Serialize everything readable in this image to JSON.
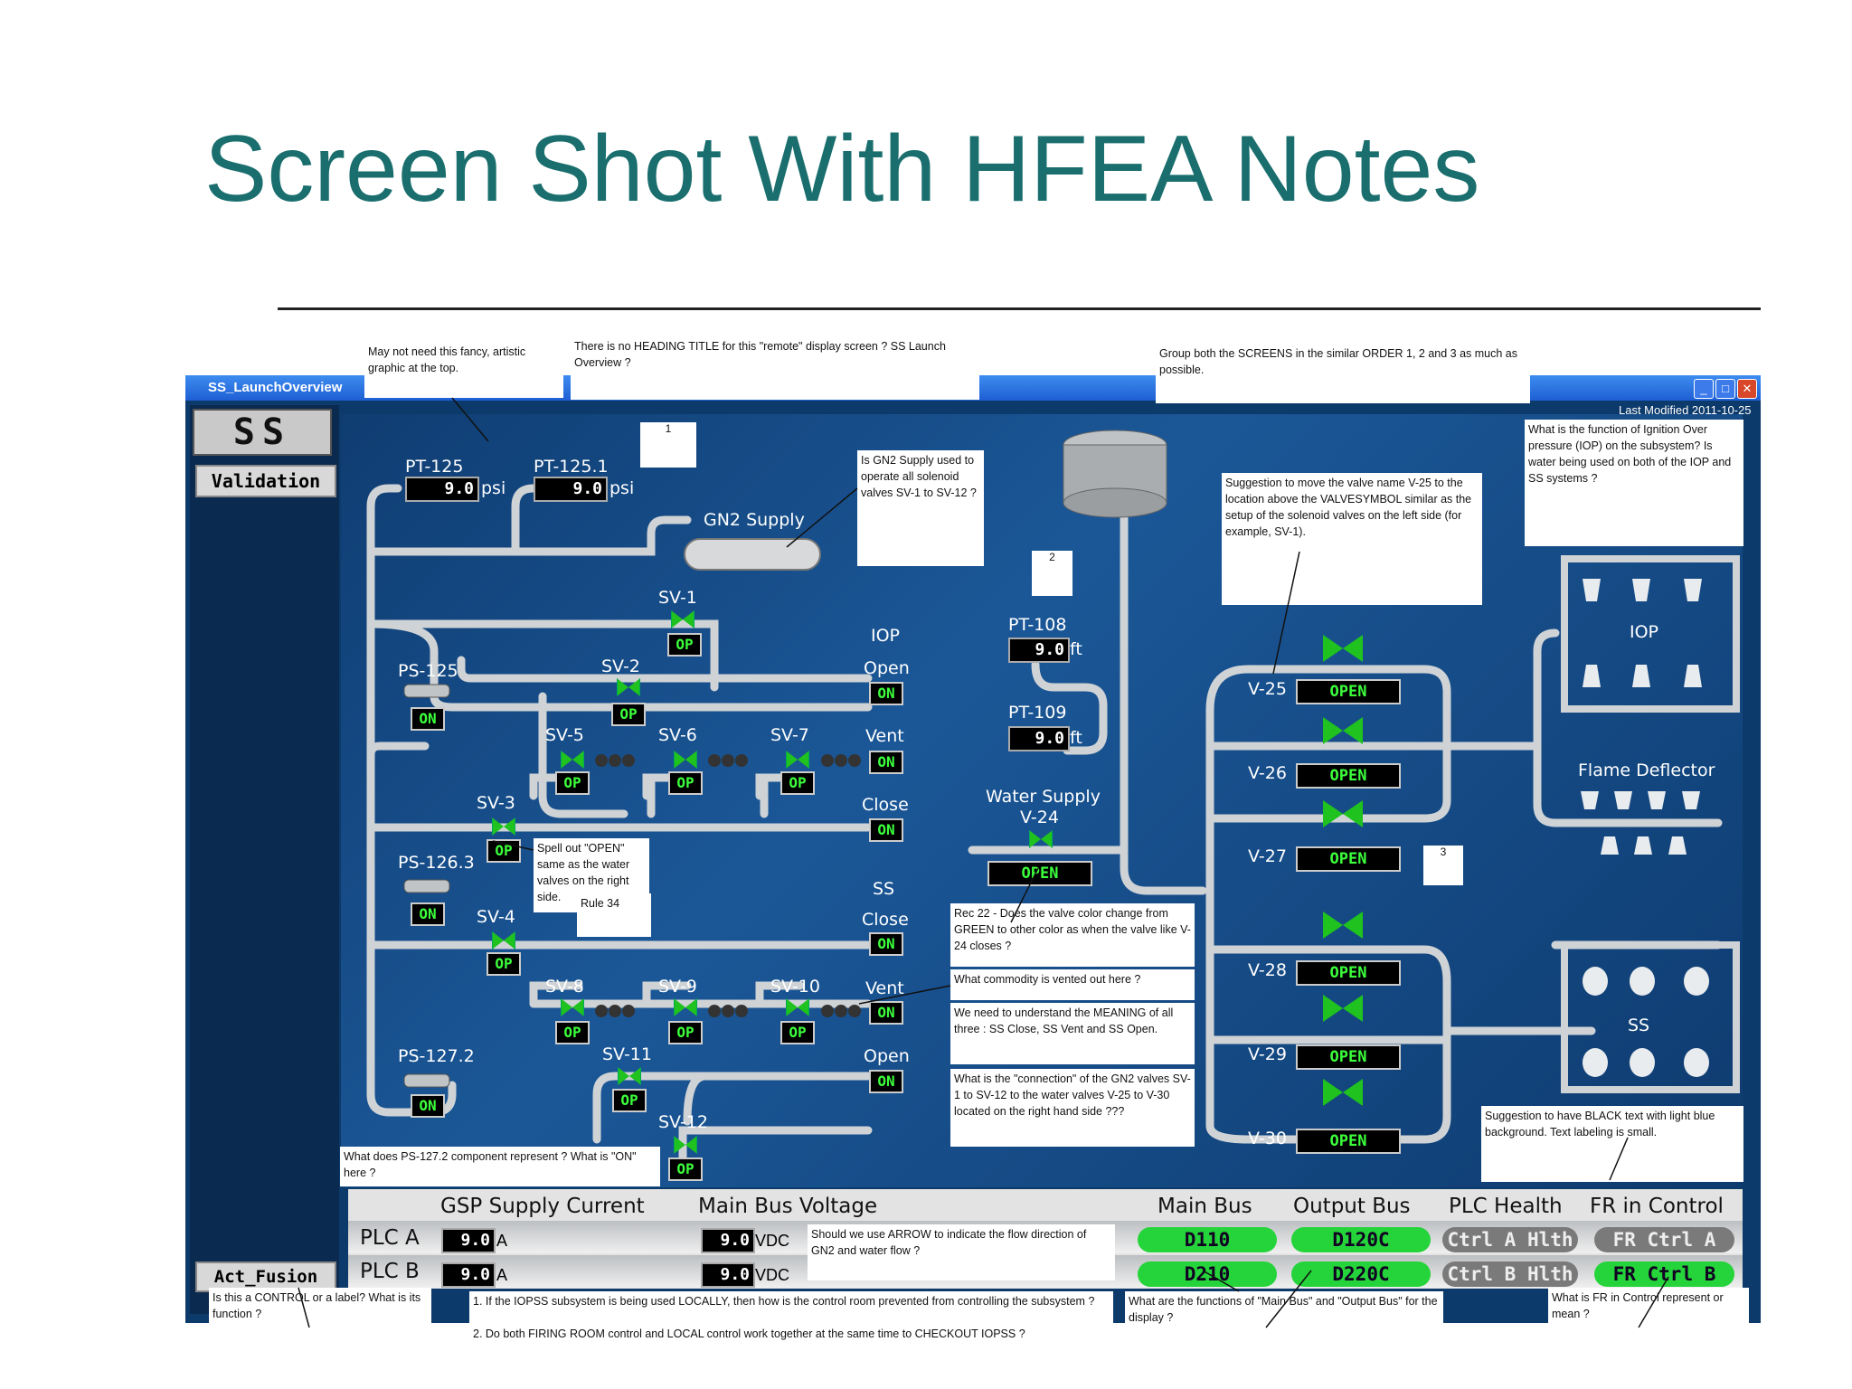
{
  "slide": {
    "title": "Screen Shot With HFEA Notes"
  },
  "window": {
    "title": "SS_LaunchOverview",
    "last_modified": "Last Modified 2011-10-25",
    "logo": "SS",
    "validation_label": "Validation",
    "act_fusion_label": "Act_Fusion"
  },
  "left": {
    "pt125": {
      "label": "PT-125",
      "value": "9.0",
      "unit": "psi"
    },
    "pt1251": {
      "label": "PT-125.1",
      "value": "9.0",
      "unit": "psi"
    },
    "gn2_supply": "GN2 Supply",
    "ps125": {
      "label": "PS-125",
      "state": "ON"
    },
    "ps1263": {
      "label": "PS-126.3",
      "state": "ON"
    },
    "ps1272": {
      "label": "PS-127.2",
      "state": "ON"
    },
    "valves": [
      {
        "label": "SV-1",
        "state": "OP"
      },
      {
        "label": "SV-2",
        "state": "OP"
      },
      {
        "label": "SV-3",
        "state": "OP"
      },
      {
        "label": "SV-4",
        "state": "OP"
      },
      {
        "label": "SV-5",
        "state": "OP"
      },
      {
        "label": "SV-6",
        "state": "OP"
      },
      {
        "label": "SV-7",
        "state": "OP"
      },
      {
        "label": "SV-8",
        "state": "OP"
      },
      {
        "label": "SV-9",
        "state": "OP"
      },
      {
        "label": "SV-10",
        "state": "OP"
      },
      {
        "label": "SV-11",
        "state": "OP"
      },
      {
        "label": "SV-12",
        "state": "OP"
      }
    ],
    "iop_header": "IOP",
    "ss_header": "SS",
    "outlets": [
      {
        "label": "Open",
        "state": "ON"
      },
      {
        "label": "Vent",
        "state": "ON"
      },
      {
        "label": "Close",
        "state": "ON"
      },
      {
        "label": "Close",
        "state": "ON"
      },
      {
        "label": "Vent",
        "state": "ON"
      },
      {
        "label": "Open",
        "state": "ON"
      }
    ]
  },
  "middle": {
    "pt108": {
      "label": "PT-108",
      "value": "9.0",
      "unit": "ft"
    },
    "pt109": {
      "label": "PT-109",
      "value": "9.0",
      "unit": "ft"
    },
    "water_supply": "Water Supply",
    "v24": {
      "label": "V-24",
      "state": "OPEN"
    }
  },
  "right": {
    "valves": [
      {
        "label": "V-25",
        "state": "OPEN"
      },
      {
        "label": "V-26",
        "state": "OPEN"
      },
      {
        "label": "V-27",
        "state": "OPEN"
      },
      {
        "label": "V-28",
        "state": "OPEN"
      },
      {
        "label": "V-29",
        "state": "OPEN"
      },
      {
        "label": "V-30",
        "state": "OPEN"
      }
    ],
    "iop": "IOP",
    "flame_deflector": "Flame Deflector",
    "ss": "SS"
  },
  "status": {
    "headers": [
      "GSP Supply Current",
      "Main Bus Voltage",
      "Main Bus",
      "Output Bus",
      "PLC Health",
      "FR in Control"
    ],
    "rows": [
      {
        "name": "PLC A",
        "current": "9.0",
        "current_unit": "A",
        "voltage": "9.0",
        "voltage_unit": "VDC",
        "main_bus": "D110",
        "output_bus": "D120C",
        "health": "Ctrl A Hlth",
        "fr": "FR Ctrl A"
      },
      {
        "name": "PLC B",
        "current": "9.0",
        "current_unit": "A",
        "voltage": "9.0",
        "voltage_unit": "VDC",
        "main_bus": "D210",
        "output_bus": "D220C",
        "health": "Ctrl B Hlth",
        "fr": "FR Ctrl B"
      }
    ]
  },
  "notes": {
    "n_graphic": "May not need this fancy, artistic graphic at the top.",
    "n_heading": "There is no HEADING TITLE for this \"remote\" display screen ? SS Launch Overview ?",
    "n_group": "Group both the SCREENS in the similar ORDER 1, 2 and 3 as much as possible.",
    "n_gn2": "Is GN2 Supply used to operate all solenoid valves SV-1 to SV-12 ?",
    "n_move": "Suggestion to move the valve name V-25 to the location above the VALVESYMBOL similar as the setup of the solenoid valves on the left side (for example, SV-1).",
    "n_iop": "What is the function of Ignition Over pressure (IOP) on the subsystem? Is water being used on both of the IOP and SS systems ?",
    "n_spell": "Spell out \"OPEN\" same as the water valves on the right side.",
    "n_rule": "Rule 34",
    "n_rec22": "Rec 22 - Does the valve color change from GREEN to other color as when the valve like V-24 closes ?",
    "n_vented": "What commodity is vented out here ?",
    "n_meaning": "We need to understand the MEANING of all three : SS Close, SS Vent and SS Open.",
    "n_connection": "What is the \"connection\" of the GN2 valves SV-1 to SV-12 to the water valves V-25 to V-30 located on the right hand side ???",
    "n_black": "Suggestion to have BLACK text with light blue background. Text labeling is small.",
    "n_ps127": "What does PS-127.2 component represent ? What is \"ON\" here ?",
    "n_arrow": "Should we use ARROW to indicate the flow direction of GN2 and water flow ?",
    "n_control": "Is this a CONTROL or a label? What is its function ?",
    "n_local1": "1.  If the IOPSS subsystem is being used LOCALLY, then how is the control room prevented from controlling the subsystem ?",
    "n_local2": "2.  Do both FIRING ROOM control and LOCAL control work together at the same time to CHECKOUT IOPSS ?",
    "n_mainbus": "What are the functions of \"Main Bus\" and \"Output Bus\" for the display ?",
    "n_fr": "What is FR in Control represent or mean ?",
    "num1": "1",
    "num2": "2",
    "num3": "3"
  }
}
